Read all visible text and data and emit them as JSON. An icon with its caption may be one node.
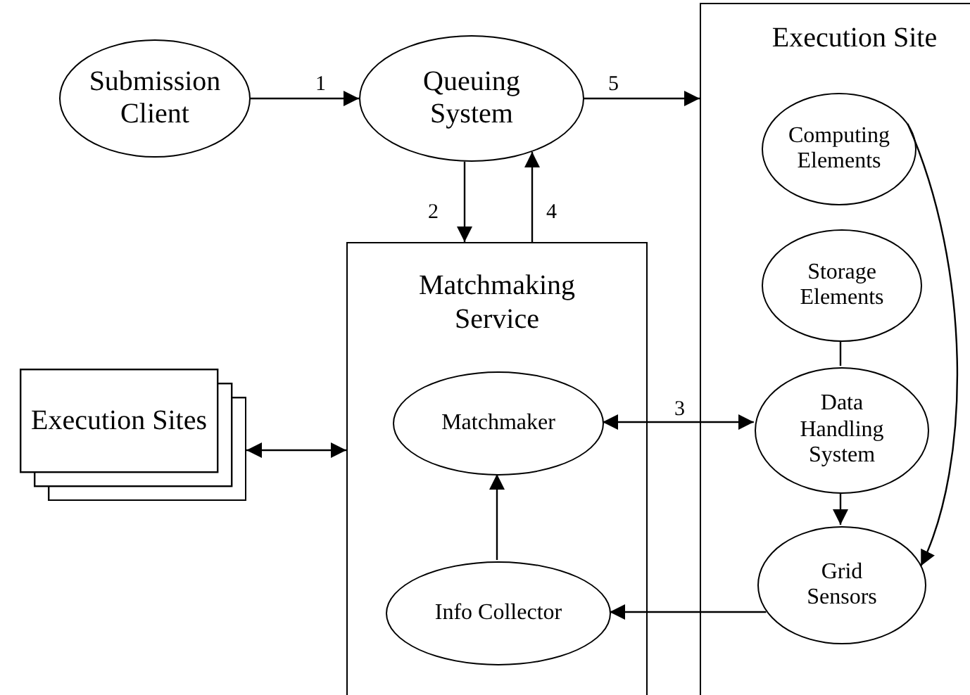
{
  "diagram": {
    "nodes": [
      {
        "text": [
          "Submission Client"
        ]
      },
      {
        "text": [
          "Queuing System"
        ]
      },
      {
        "text": [
          "Execution Site"
        ]
      },
      {
        "text": [
          "Computing Elements"
        ],
        "in": 2
      },
      {
        "text": [
          "Storage Elements"
        ],
        "in": 2
      },
      {
        "text": [
          "Data Handling System"
        ],
        "in": 2
      },
      {
        "text": [
          "Grid Sensors"
        ],
        "in": 2
      },
      {
        "text": [
          "Matchmaking Service"
        ]
      },
      {
        "text": [
          "Matchmaker"
        ],
        "in": 7
      },
      {
        "text": [
          "Info Collector"
        ],
        "in": 7
      },
      {
        "text": [
          "Execution Sites"
        ]
      }
    ],
    "edges": [
      {
        "from": 0,
        "to": 1,
        "arrow": "to",
        "label": "1"
      },
      {
        "from": 1,
        "to": 7,
        "arrow": "to",
        "label": "2"
      },
      {
        "from": 7,
        "to": 1,
        "arrow": "to",
        "label": "4"
      },
      {
        "from": 1,
        "to": 2,
        "arrow": "to",
        "label": "5"
      },
      {
        "from": 8,
        "to": 5,
        "arrow": "both",
        "label": "3"
      },
      {
        "from": 10,
        "to": 7,
        "arrow": "both"
      },
      {
        "from": 9,
        "to": 8,
        "arrow": "to"
      },
      {
        "from": 4,
        "to": 5,
        "arrow": "none"
      },
      {
        "from": 5,
        "to": 6,
        "arrow": "to"
      },
      {
        "from": 3,
        "to": 6,
        "arrow": "to"
      },
      {
        "from": 6,
        "to": 9,
        "arrow": "to"
      }
    ]
  }
}
